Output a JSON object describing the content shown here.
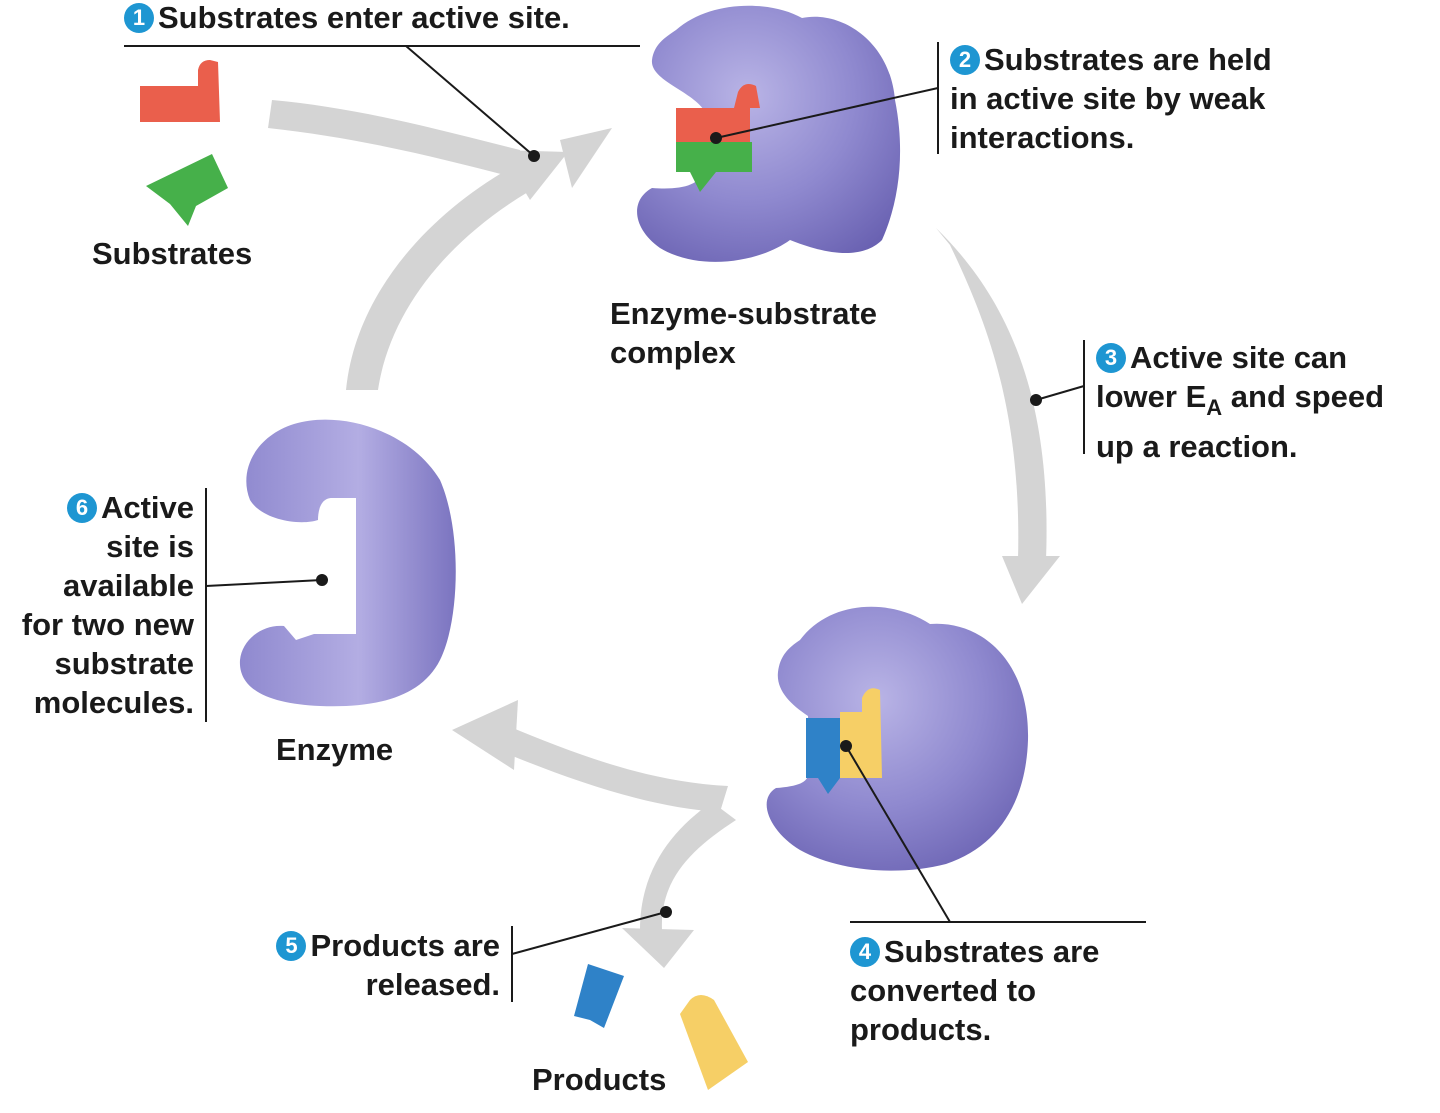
{
  "colors": {
    "enzyme": "#8c86cc",
    "enzyme_dark": "#6c64b4",
    "arrow": "#d4d4d4",
    "substrate_red": "#ea5f4c",
    "substrate_green": "#46b04a",
    "product_blue": "#2f82c8",
    "product_yellow": "#f6cf66",
    "badge": "#1e96d2"
  },
  "labels": {
    "substrates": "Substrates",
    "complex_line1": "Enzyme-substrate",
    "complex_line2": "complex",
    "enzyme": "Enzyme",
    "products": "Products"
  },
  "steps": {
    "s1": {
      "num": "1",
      "line1": "Substrates enter active site."
    },
    "s2": {
      "num": "2",
      "line1": "Substrates are held",
      "line2": "in active site by weak",
      "line3": "interactions."
    },
    "s3": {
      "num": "3",
      "line1": "Active site can",
      "line2_pre": "lower E",
      "line2_sub": "A",
      "line2_post": " and speed",
      "line3": "up a reaction."
    },
    "s4": {
      "num": "4",
      "line1": "Substrates are",
      "line2": "converted to",
      "line3": "products."
    },
    "s5": {
      "num": "5",
      "line1": "Products are",
      "line2": "released."
    },
    "s6": {
      "num": "6",
      "line1": "Active",
      "line2": "site is",
      "line3": "available",
      "line4": "for two new",
      "line5": "substrate",
      "line6": "molecules."
    }
  }
}
